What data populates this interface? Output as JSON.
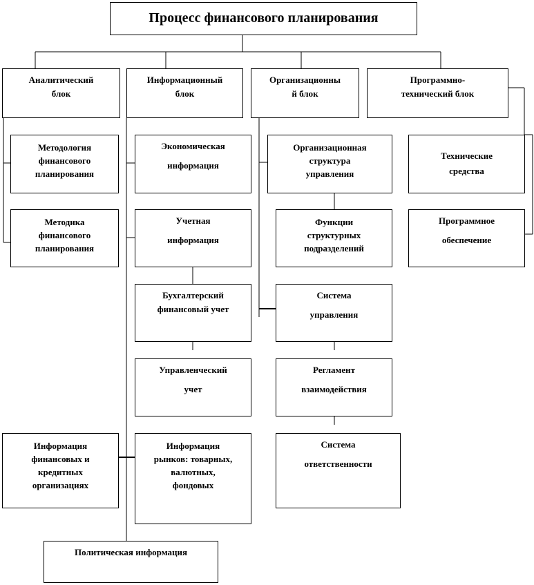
{
  "title": "Процесс финансового планирования",
  "blocks": {
    "analytic": "Аналитический\nблок",
    "info": "Информационный\nблок",
    "org": "Организационны\nй блок",
    "prog": "Программно-\nтехнический блок"
  },
  "analytic_items": {
    "methodology": "Методология\nфинансового\nпланирования",
    "method": "Методика\nфинансового\nпланирования",
    "fin_credit": "Информация\nфинансовых и\nкредитных\nорганизациях"
  },
  "info_items": {
    "economic": "Экономическая\nинформация",
    "accounting": "Учетная\nинформация",
    "bookkeeping": "Бухгалтерский\nфинансовый учет",
    "management": "Управленческий\nучет",
    "markets": "Информация\nрынков: товарных,\nвалютных,\nфондовых",
    "political": "Политическая информация"
  },
  "org_items": {
    "structure": "Организационная\nструктура\nуправления",
    "functions": "Функции\nструктурных\nподразделений",
    "system": "Система\nуправления",
    "regulation": "Регламент\nвзаимодействия",
    "responsibility": "Система\nответственности"
  },
  "prog_items": {
    "tech": "Технические\nсредства",
    "software": "Программное\nобеспечение"
  }
}
